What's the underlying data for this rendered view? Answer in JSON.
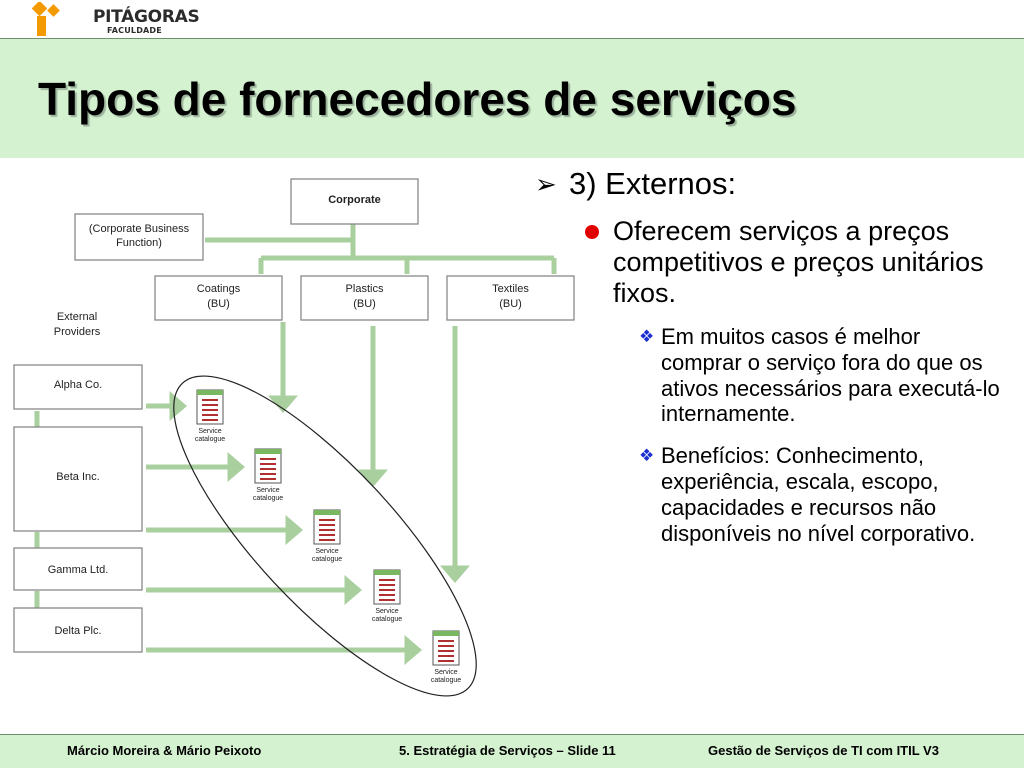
{
  "header": {
    "logo_text": "PITÁGORAS",
    "logo_sub": "FACULDADE",
    "title": "Tipos de fornecedores de serviços"
  },
  "diagram": {
    "corporate": "Corporate",
    "corporate_function": [
      "(Corporate Business",
      "Function)"
    ],
    "business_units": [
      {
        "name": "Coatings",
        "tag": "(BU)"
      },
      {
        "name": "Plastics",
        "tag": "(BU)"
      },
      {
        "name": "Textiles",
        "tag": "(BU)"
      }
    ],
    "external_label": [
      "External",
      "Providers"
    ],
    "providers": [
      "Alpha Co.",
      "Beta Inc.",
      "Gamma Ltd.",
      "Delta Plc."
    ],
    "catalogue_label": [
      "Service",
      "catalogue"
    ]
  },
  "content": {
    "level1": "3) Externos:",
    "level2": "Oferecem serviços a preços competitivos e preços unitários fixos.",
    "level3": [
      "Em muitos casos é melhor comprar o serviço fora do que os ativos necessários para executá-lo internamente.",
      "Benefícios: Conhecimento, experiência, escala, escopo, capacidades e recursos não disponíveis no nível corporativo."
    ]
  },
  "footer": {
    "authors": "Márcio Moreira & Mário Peixoto",
    "slide": "5. Estratégia de Serviços – Slide 11",
    "course": "Gestão de Serviços de TI com ITIL V3"
  },
  "colors": {
    "band": "#d4f2d0",
    "connector": "#a9cf9f",
    "accent_red": "#e10000",
    "accent_blue": "#1c2fd1",
    "logo_orange": "#f39a00"
  }
}
